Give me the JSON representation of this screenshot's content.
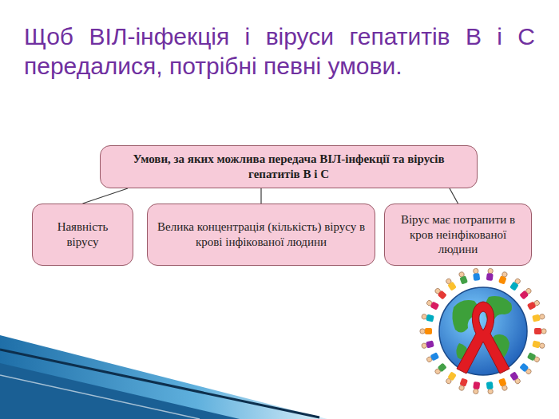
{
  "diagram": {
    "title": "Щоб ВІЛ-інфекція і віруси гепатитів В і С передалися, потрібні певні умови.",
    "nodes": [
      {
        "text": [
          "Умови, за яких можлива передача ВІЛ-інфекції та вірусів гепатитів В і С"
        ]
      },
      {
        "text": [
          "Наявність вірусу"
        ]
      },
      {
        "text": [
          "Велика концентрація (кількість) вірусу в крові інфікованої людини"
        ]
      },
      {
        "text": [
          "Вірус має потрапити в кров неінфікованої людини"
        ]
      }
    ],
    "edges": [
      {
        "from": 0,
        "to": 1,
        "arrow": "none"
      },
      {
        "from": 0,
        "to": 2,
        "arrow": "none"
      },
      {
        "from": 0,
        "to": 3,
        "arrow": "none"
      }
    ]
  }
}
